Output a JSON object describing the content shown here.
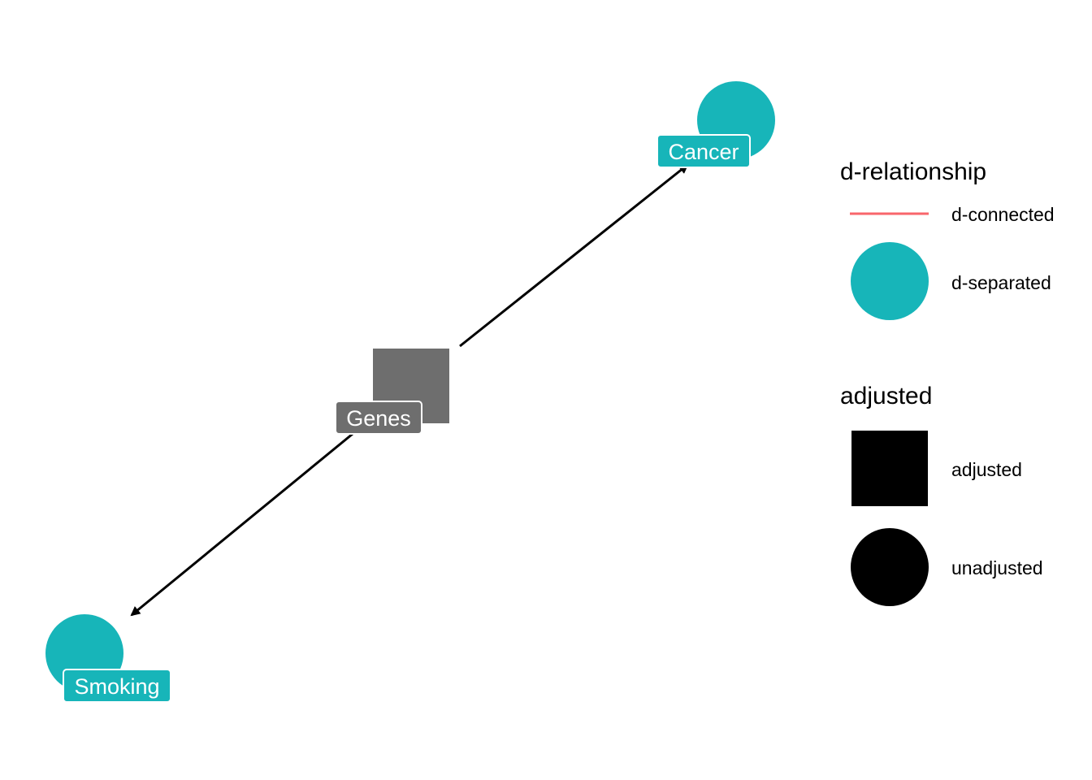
{
  "colors": {
    "d_separated": "#17B5B9",
    "d_connected": "#F8666B",
    "adjusted_node": "#6E6E6E",
    "edge": "#000000",
    "legend_key": "#000000"
  },
  "nodes": {
    "cancer": {
      "label": "Cancer",
      "status": "d-separated",
      "shape": "circle"
    },
    "genes": {
      "label": "Genes",
      "status": "adjusted",
      "shape": "square"
    },
    "smoking": {
      "label": "Smoking",
      "status": "d-separated",
      "shape": "circle"
    }
  },
  "edges": [
    {
      "from": "Genes",
      "to": "Cancer"
    },
    {
      "from": "Genes",
      "to": "Smoking"
    }
  ],
  "legend": {
    "d_relationship": {
      "title": "d-relationship",
      "items": [
        "d-connected",
        "d-separated"
      ]
    },
    "adjusted": {
      "title": "adjusted",
      "items": [
        "adjusted",
        "unadjusted"
      ]
    }
  }
}
